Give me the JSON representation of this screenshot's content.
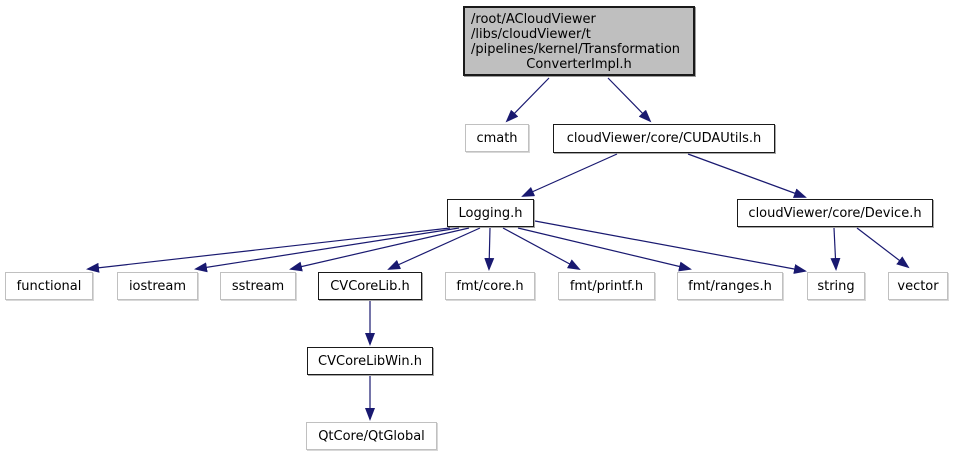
{
  "diagram": {
    "kind": "include-dependency-graph",
    "colors": {
      "edge": "#191970",
      "main_node_fill": "#bfbfbf",
      "linked_node_border": "#1a1a1a",
      "external_node_border": "#c0c0c0",
      "background": "#ffffff"
    },
    "main_node": {
      "id": "main",
      "lines": {
        "0": "/root/ACloudViewer",
        "1": "/libs/cloudViewer/t",
        "2": "/pipelines/kernel/Transformation",
        "3": "ConverterImpl.h"
      }
    },
    "nodes": [
      {
        "id": "cmath",
        "label": "cmath",
        "style": "external"
      },
      {
        "id": "cudautils",
        "label": "cloudViewer/core/CUDAUtils.h",
        "style": "linked"
      },
      {
        "id": "logging",
        "label": "Logging.h",
        "style": "linked"
      },
      {
        "id": "device",
        "label": "cloudViewer/core/Device.h",
        "style": "linked"
      },
      {
        "id": "functional",
        "label": "functional",
        "style": "external"
      },
      {
        "id": "iostream",
        "label": "iostream",
        "style": "external"
      },
      {
        "id": "sstream",
        "label": "sstream",
        "style": "external"
      },
      {
        "id": "cvcorelib",
        "label": "CVCoreLib.h",
        "style": "linked"
      },
      {
        "id": "fmtcore",
        "label": "fmt/core.h",
        "style": "external"
      },
      {
        "id": "fmtprintf",
        "label": "fmt/printf.h",
        "style": "external"
      },
      {
        "id": "fmtranges",
        "label": "fmt/ranges.h",
        "style": "external"
      },
      {
        "id": "string",
        "label": "string",
        "style": "external"
      },
      {
        "id": "vector",
        "label": "vector",
        "style": "external"
      },
      {
        "id": "cvcorelibwin",
        "label": "CVCoreLibWin.h",
        "style": "linked"
      },
      {
        "id": "qtglobal",
        "label": "QtCore/QtGlobal",
        "style": "external"
      }
    ],
    "edges": [
      {
        "from": "main",
        "to": "cmath"
      },
      {
        "from": "main",
        "to": "cudautils"
      },
      {
        "from": "cudautils",
        "to": "logging"
      },
      {
        "from": "cudautils",
        "to": "device"
      },
      {
        "from": "logging",
        "to": "functional"
      },
      {
        "from": "logging",
        "to": "iostream"
      },
      {
        "from": "logging",
        "to": "sstream"
      },
      {
        "from": "logging",
        "to": "cvcorelib"
      },
      {
        "from": "logging",
        "to": "fmtcore"
      },
      {
        "from": "logging",
        "to": "fmtprintf"
      },
      {
        "from": "logging",
        "to": "fmtranges"
      },
      {
        "from": "logging",
        "to": "string"
      },
      {
        "from": "device",
        "to": "string"
      },
      {
        "from": "device",
        "to": "vector"
      },
      {
        "from": "cvcorelib",
        "to": "cvcorelibwin"
      },
      {
        "from": "cvcorelibwin",
        "to": "qtglobal"
      }
    ]
  }
}
